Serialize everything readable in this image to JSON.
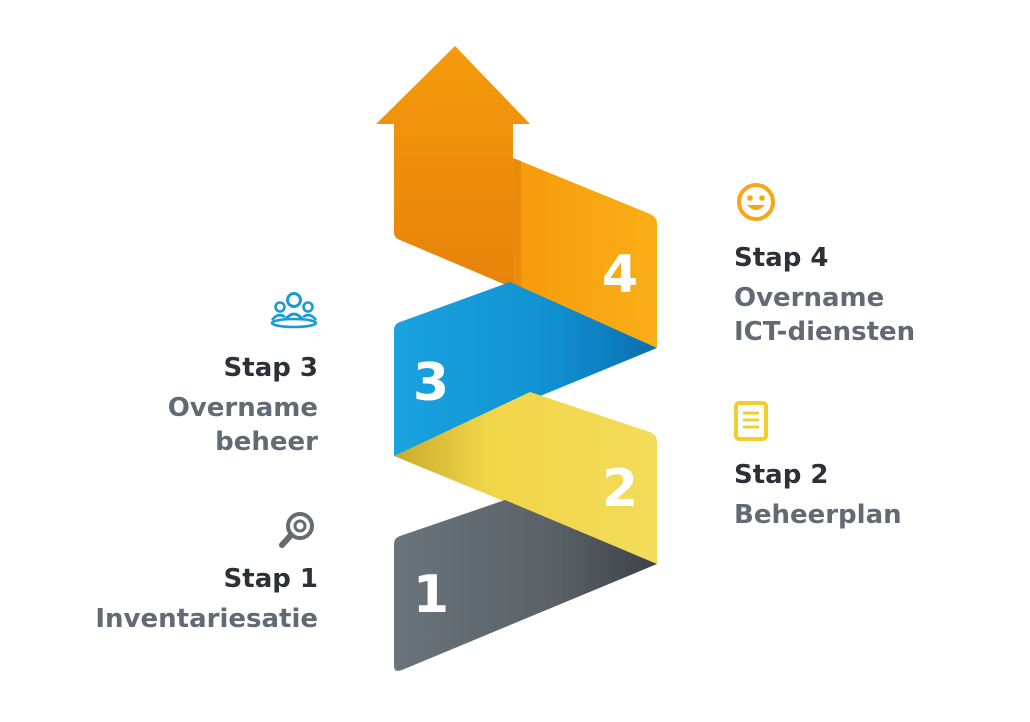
{
  "steps": [
    {
      "number": "1",
      "title": "Stap 1",
      "description": "Inventariesatie",
      "icon": "magnifier-icon",
      "color": "#5f686f"
    },
    {
      "number": "2",
      "title": "Stap 2",
      "description": "Beheerplan",
      "icon": "document-icon",
      "color": "#f1d548"
    },
    {
      "number": "3",
      "title": "Stap 3",
      "description_lines": [
        "Overname",
        "beheer"
      ],
      "icon": "people-icon",
      "color": "#1c9ad6"
    },
    {
      "number": "4",
      "title": "Stap 4",
      "description_lines": [
        "Overname",
        "ICT-diensten"
      ],
      "icon": "smiley-icon",
      "color": "#f79a0b"
    }
  ]
}
